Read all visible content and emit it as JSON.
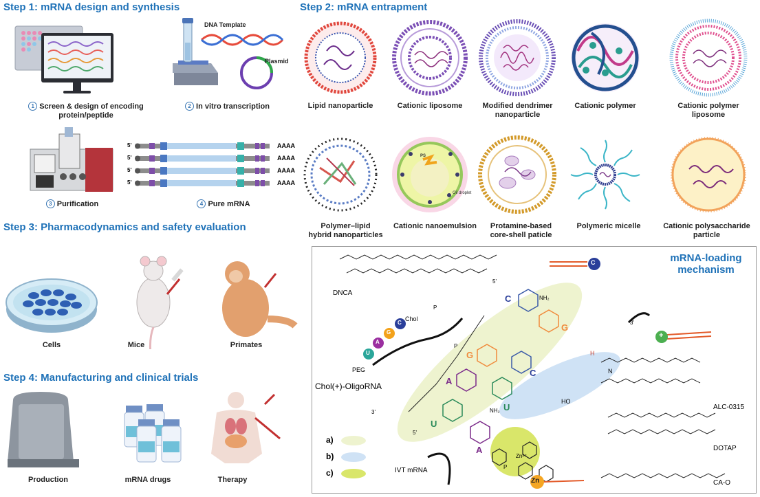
{
  "steps": {
    "s1": "Step 1:  mRNA design and synthesis",
    "s2": "Step 2:  mRNA entrapment",
    "s3": "Step 3: Pharmacodynamics and safety evaluation",
    "s4": "Step 4: Manufacturing and clinical trials"
  },
  "step1": {
    "screen_num": "1",
    "screen_cap_1": "Screen & design of encoding",
    "screen_cap_2": "protein/peptide",
    "ivt_num": "2",
    "ivt_cap": "In vitro transcription",
    "dna_template": "DNA Template",
    "plasmid": "Plasmid",
    "pur_num": "3",
    "pur_cap": "Purification",
    "mrna_num": "4",
    "mrna_cap": "Pure mRNA",
    "five_prime": "5'",
    "polyA": "AAAA"
  },
  "step2": {
    "row1": [
      {
        "l1": "Lipid nanoparticle",
        "l2": ""
      },
      {
        "l1": "Cationic liposome",
        "l2": ""
      },
      {
        "l1": "Modified dendrimer",
        "l2": "nanoparticle"
      },
      {
        "l1": "Cationic polymer",
        "l2": ""
      },
      {
        "l1": "Cationic polymer",
        "l2": "liposome"
      }
    ],
    "row2": [
      {
        "l1": "Polymer–lipid",
        "l2": "hybrid nanoparticles"
      },
      {
        "l1": "Cationic nanoemulsion",
        "l2": ""
      },
      {
        "l1": "Protamine-based",
        "l2": "core-shell paticle"
      },
      {
        "l1": "Polymeric micelle",
        "l2": ""
      },
      {
        "l1": "Cationic polysaccharide",
        "l2": "particle"
      }
    ],
    "ps": "PS",
    "oil_droplet": "Oil droplet"
  },
  "step3": {
    "cells": "Cells",
    "mice": "Mice",
    "primates": "Primates"
  },
  "step4": {
    "production": "Production",
    "drugs": "mRNA drugs",
    "therapy": "Therapy"
  },
  "mechanism": {
    "title_1": "mRNA-loading",
    "title_2": "mechanism",
    "dnca": "DNCA",
    "chol_oligo": "Chol(+)-OligoRNA",
    "chol": "Chol",
    "peg": "PEG",
    "alc": "ALC-0315",
    "dotap": "DOTAP",
    "cao": "CA-O",
    "ivt": "IVT mRNA",
    "legend_a": "a)",
    "legend_b": "b)",
    "legend_c": "c)",
    "c_ball": "C",
    "plus_ball": "+",
    "zn_ball": "Zn",
    "oligo_u": "U",
    "oligo_a": "A",
    "oligo_g": "G",
    "oligo_c": "C",
    "base_c1": "C",
    "base_g1": "G",
    "base_g2": "G",
    "base_c2": "C",
    "base_a1": "A",
    "base_u1": "U",
    "base_u2": "U",
    "base_a2": "A",
    "zn2": "Zn²⁺",
    "p": "P",
    "three_prime": "3'",
    "five_prime": "5'",
    "ho": "HO",
    "nh2": "NH₂",
    "h": "H",
    "n": "N"
  },
  "colors": {
    "title_blue": "#1f72b8",
    "legend_a": "#eef3cf",
    "legend_b": "#cfe2f5",
    "legend_c": "#d9e66a"
  }
}
